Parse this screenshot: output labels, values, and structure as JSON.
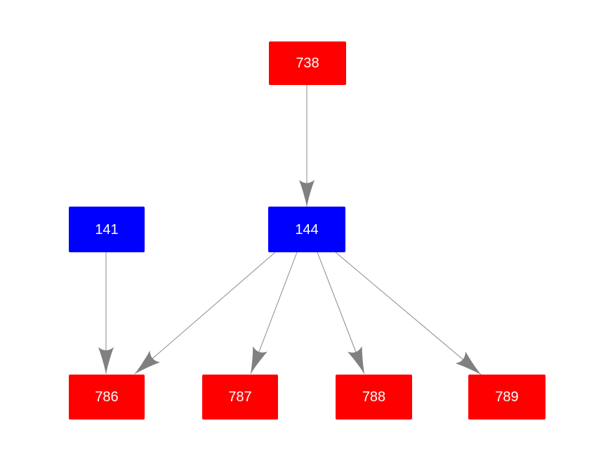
{
  "diagram": {
    "background": "#ffffff",
    "colors": {
      "red_node": "#ff0000",
      "blue_node": "#0000ff",
      "edge_line": "#8a8a8a",
      "arrowhead": "#808080",
      "label_text": "#ffffff"
    },
    "nodes": [
      {
        "id": "738",
        "label": "738",
        "fill": "red_node"
      },
      {
        "id": "141",
        "label": "141",
        "fill": "blue_node"
      },
      {
        "id": "144",
        "label": "144",
        "fill": "blue_node"
      },
      {
        "id": "786",
        "label": "786",
        "fill": "red_node"
      },
      {
        "id": "787",
        "label": "787",
        "fill": "red_node"
      },
      {
        "id": "788",
        "label": "788",
        "fill": "red_node"
      },
      {
        "id": "789",
        "label": "789",
        "fill": "red_node"
      }
    ],
    "edges": [
      {
        "from": "738",
        "to": "144"
      },
      {
        "from": "141",
        "to": "786"
      },
      {
        "from": "144",
        "to": "786"
      },
      {
        "from": "144",
        "to": "787"
      },
      {
        "from": "144",
        "to": "788"
      },
      {
        "from": "144",
        "to": "789"
      }
    ]
  }
}
